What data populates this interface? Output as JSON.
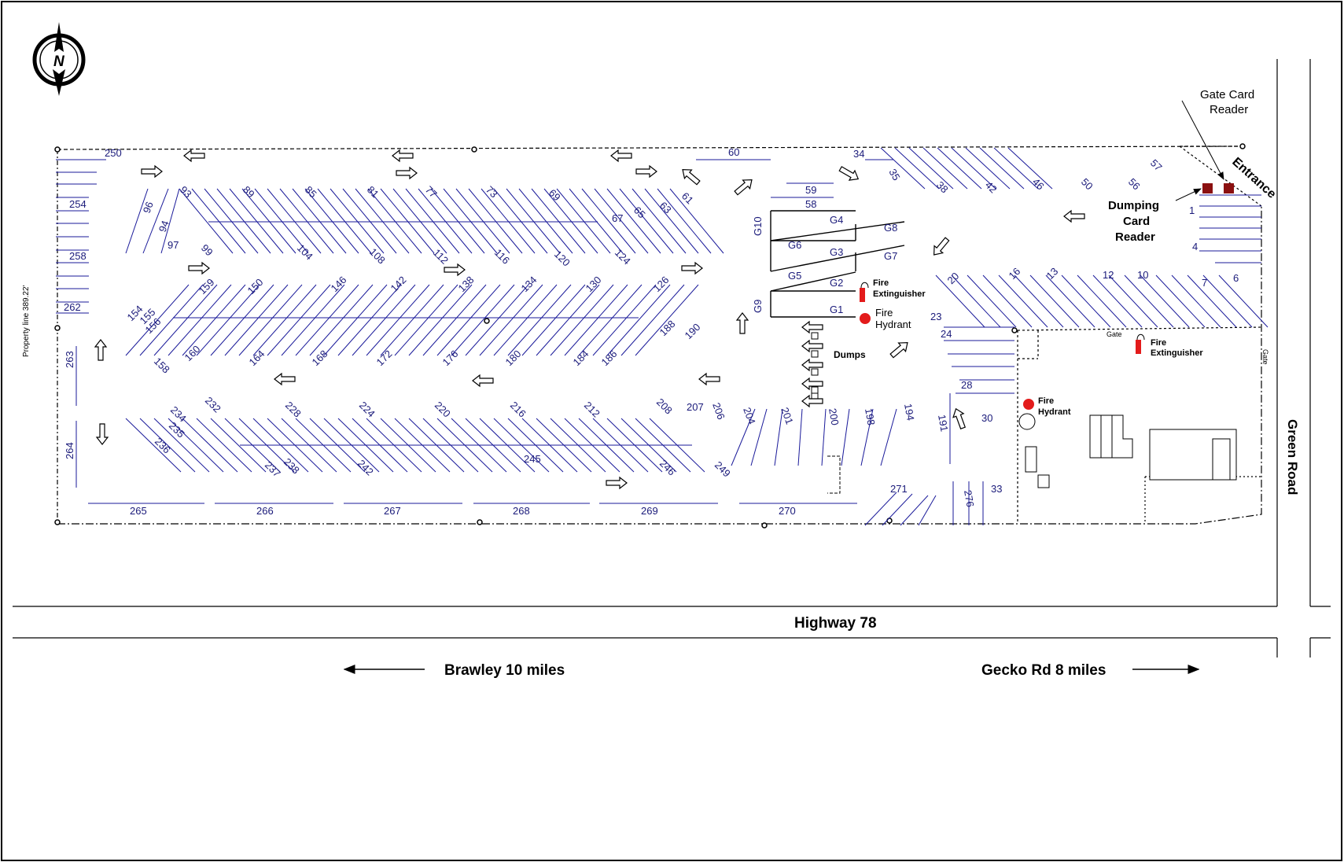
{
  "map": {
    "compass": {
      "letter": "N"
    },
    "property_line": "Property line 389.22'",
    "roads": {
      "highway": "Highway 78",
      "side_road": "Green Road",
      "left_direction": "Brawley 10 miles",
      "right_direction": "Gecko Rd 8 miles"
    },
    "callouts": {
      "gate_card_reader": [
        "Gate Card",
        "Reader"
      ],
      "dumping_card_reader": [
        "Dumping",
        "Card",
        "Reader"
      ],
      "entrance": "Entrance",
      "dumps": "Dumps",
      "gate": "Gate",
      "fire_extinguisher": [
        "Fire",
        "Extinguisher"
      ],
      "fire_hydrant": [
        "Fire",
        "Hydrant"
      ]
    },
    "site_numbers": [
      "250",
      "254",
      "258",
      "262",
      "263",
      "264",
      "265",
      "266",
      "267",
      "268",
      "269",
      "270",
      "96",
      "94",
      "97",
      "93",
      "99",
      "89",
      "85",
      "81",
      "77",
      "73",
      "69",
      "65",
      "63",
      "61",
      "67",
      "104",
      "108",
      "112",
      "116",
      "120",
      "124",
      "60",
      "59",
      "58",
      "34",
      "35",
      "38",
      "42",
      "46",
      "50",
      "56",
      "57",
      "159",
      "150",
      "146",
      "142",
      "138",
      "134",
      "130",
      "126",
      "154",
      "155",
      "156",
      "158",
      "160",
      "164",
      "168",
      "172",
      "176",
      "180",
      "184",
      "186",
      "188",
      "190",
      "234",
      "235",
      "236",
      "232",
      "228",
      "224",
      "220",
      "216",
      "212",
      "208",
      "207",
      "206",
      "204",
      "201",
      "200",
      "198",
      "194",
      "191",
      "237",
      "238",
      "242",
      "245",
      "246",
      "249",
      "271",
      "276",
      "33",
      "30",
      "28",
      "24",
      "23",
      "20",
      "16",
      "13",
      "12",
      "10",
      "7",
      "6",
      "4",
      "1"
    ],
    "gates": [
      "G10",
      "G4",
      "G8",
      "G6",
      "G3",
      "G7",
      "G5",
      "G2",
      "G9",
      "G1"
    ],
    "colors": {
      "stall_lines": "#1a1a9a",
      "outline": "#000000",
      "hydrant": "#e31b1b",
      "card_reader": "#8b1010"
    }
  }
}
